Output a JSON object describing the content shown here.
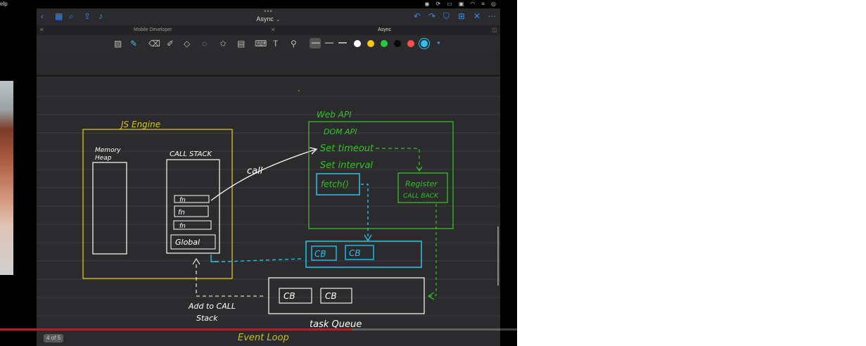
{
  "os": {
    "app_name": "elp"
  },
  "document": {
    "title": "Async",
    "tabs": [
      "Mobile Developer",
      "Async"
    ]
  },
  "player": {
    "page_indicator": "4 of 5",
    "progress": 0.68
  },
  "colors": {
    "accent": "#2f8cf5",
    "pen_white": "#ffffff",
    "pen_yellow": "#d7c414",
    "pen_green": "#33c224",
    "pen_cyan": "#1fc0e8",
    "progress": "#ff0000"
  },
  "toolbar": {
    "tools": [
      "image-icon",
      "pen-icon",
      "eraser-icon",
      "highlighter-icon",
      "shapes-icon",
      "lasso-icon",
      "sticker-icon",
      "photo-icon",
      "keyboard-icon",
      "text-icon",
      "laser-icon"
    ],
    "colors": [
      "#ffffff",
      "#f5c800",
      "#27c93f",
      "#0a0a0a",
      "#ff4f4f",
      "#2ac3f1"
    ],
    "selected_color": "#2ac3f1"
  },
  "drawing": {
    "js_engine": "JS Engine",
    "memory_heap": [
      "Memory",
      "Heap"
    ],
    "call_stack": "CALL STACK",
    "stack_frames": [
      "fn",
      "fn",
      "fn",
      "Global"
    ],
    "call": "call",
    "web_api": "Web API",
    "web_api_items": [
      "DOM API",
      "Set timeout",
      "Set interval"
    ],
    "fetch": "fetch()",
    "register": [
      "Register",
      "CALL BACK"
    ],
    "microtask_items": [
      "CB",
      "CB"
    ],
    "task_items": [
      "CB",
      "CB"
    ],
    "add_to_stack": [
      "Add to CALL",
      "Stack"
    ],
    "task_queue": "task Queue",
    "event_loop": "Event Loop"
  }
}
